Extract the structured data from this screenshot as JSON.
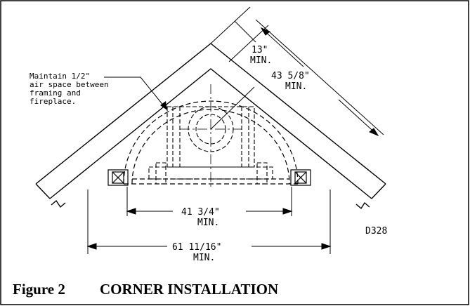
{
  "diagram": {
    "note": [
      "Maintain 1/2\"",
      "air space between",
      "framing and",
      "fireplace."
    ],
    "depth_dim": {
      "value": "13\"",
      "qualifier": "MIN."
    },
    "diagonal_dim": {
      "value": "43 5/8\"",
      "qualifier": "MIN."
    },
    "inner_width_dim": {
      "value": "41 3/4\"",
      "qualifier": "MIN."
    },
    "outer_width_dim": {
      "value": "61 11/16\"",
      "qualifier": "MIN."
    },
    "drawing_code": "D328"
  },
  "caption": {
    "figure_number": "Figure 2",
    "title": "CORNER INSTALLATION"
  }
}
